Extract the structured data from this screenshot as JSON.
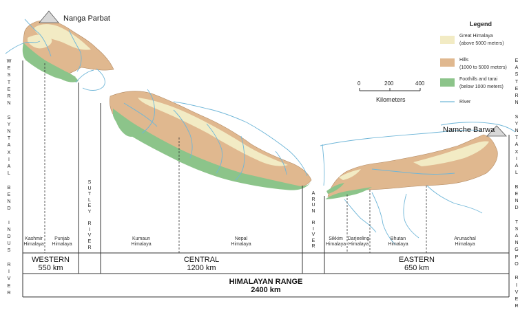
{
  "peaks": {
    "west": "Nanga Parbat",
    "east": "Namche Barwa"
  },
  "side_labels": {
    "left": [
      "W",
      "E",
      "S",
      "T",
      "E",
      "R",
      "N",
      "",
      "S",
      "Y",
      "N",
      "T",
      "A",
      "X",
      "I",
      "A",
      "L",
      "",
      "B",
      "E",
      "N",
      "D",
      "",
      "I",
      "N",
      "D",
      "U",
      "S",
      "",
      "R",
      "I",
      "V",
      "E",
      "R"
    ],
    "right": [
      "E",
      "A",
      "S",
      "T",
      "E",
      "R",
      "N",
      "",
      "S",
      "Y",
      "N",
      "T",
      "A",
      "X",
      "I",
      "A",
      "L",
      "",
      "B",
      "E",
      "N",
      "D",
      "",
      "T",
      "S",
      "A",
      "N",
      "G",
      "P",
      "O",
      "",
      "R",
      "I",
      "V",
      "E",
      "R"
    ]
  },
  "rivers": {
    "sutley": [
      "S",
      "U",
      "T",
      "L",
      "E",
      "Y",
      "",
      "R",
      "I",
      "V",
      "E",
      "R"
    ],
    "arun": [
      "A",
      "R",
      "U",
      "N",
      "",
      "R",
      "I",
      "V",
      "E",
      "R"
    ]
  },
  "subregions": {
    "kashmir": [
      "Kashmir",
      "Himalaya"
    ],
    "punjab": [
      "Punjab",
      "Himalaya"
    ],
    "kumaun": [
      "Kumaun",
      "Himalaya"
    ],
    "nepal": [
      "Nepal",
      "Himalaya"
    ],
    "sikkim": [
      "Sikkim",
      "Himalaya"
    ],
    "darjeeling": [
      "Darjeeling",
      "Himalaya"
    ],
    "bhutan": [
      "Bhutan",
      "Himalaya"
    ],
    "arunachal": [
      "Arunachal",
      "Himalaya"
    ]
  },
  "segments": {
    "western": {
      "name": "WESTERN",
      "length": "550 km"
    },
    "central": {
      "name": "CENTRAL",
      "length": "1200 km"
    },
    "eastern": {
      "name": "EASTERN",
      "length": "650 km"
    }
  },
  "range": {
    "name": "HIMALAYAN RANGE",
    "length": "2400 km"
  },
  "legend": {
    "title": "Legend",
    "items": [
      {
        "line1": "Great Himalaya",
        "line2": "(above 5000 meters)",
        "color": "#f2ebc4"
      },
      {
        "line1": "Hills",
        "line2": "(1000 to 5000 meters)",
        "color": "#e0b88f"
      },
      {
        "line1": "Foothills and tarai",
        "line2": "(below 1000 meters)",
        "color": "#8cc48a"
      }
    ],
    "river_label": "River",
    "river_color": "#6fb6d8"
  },
  "scale": {
    "ticks": [
      "0",
      "200",
      "400"
    ],
    "label": "Kilometers"
  }
}
